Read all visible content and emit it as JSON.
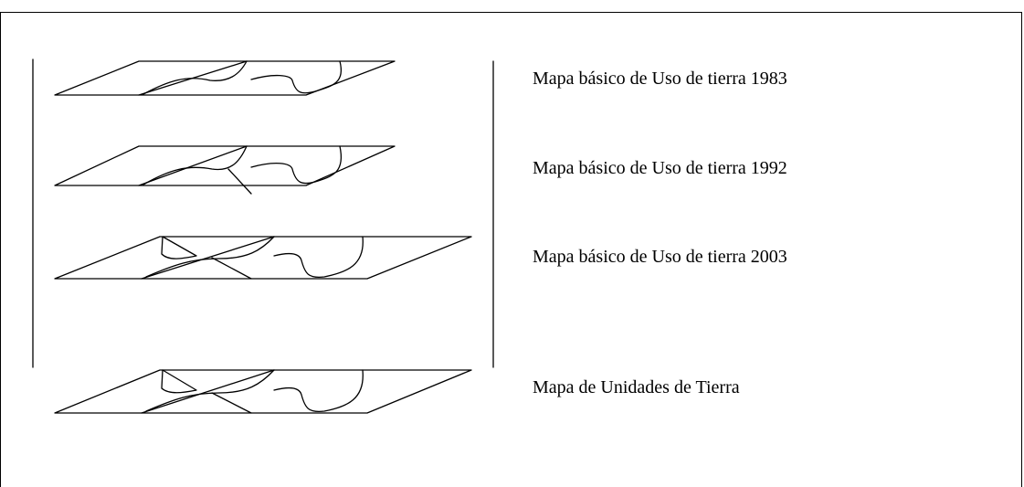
{
  "layers": [
    {
      "label": "Mapa básico de Uso de tierra 1983"
    },
    {
      "label": "Mapa básico de Uso de tierra 1992"
    },
    {
      "label": "Mapa básico de Uso de tierra 2003"
    },
    {
      "label": "Mapa de Unidades de Tierra"
    }
  ],
  "colors": {
    "line": "#000000",
    "background": "#ffffff"
  }
}
